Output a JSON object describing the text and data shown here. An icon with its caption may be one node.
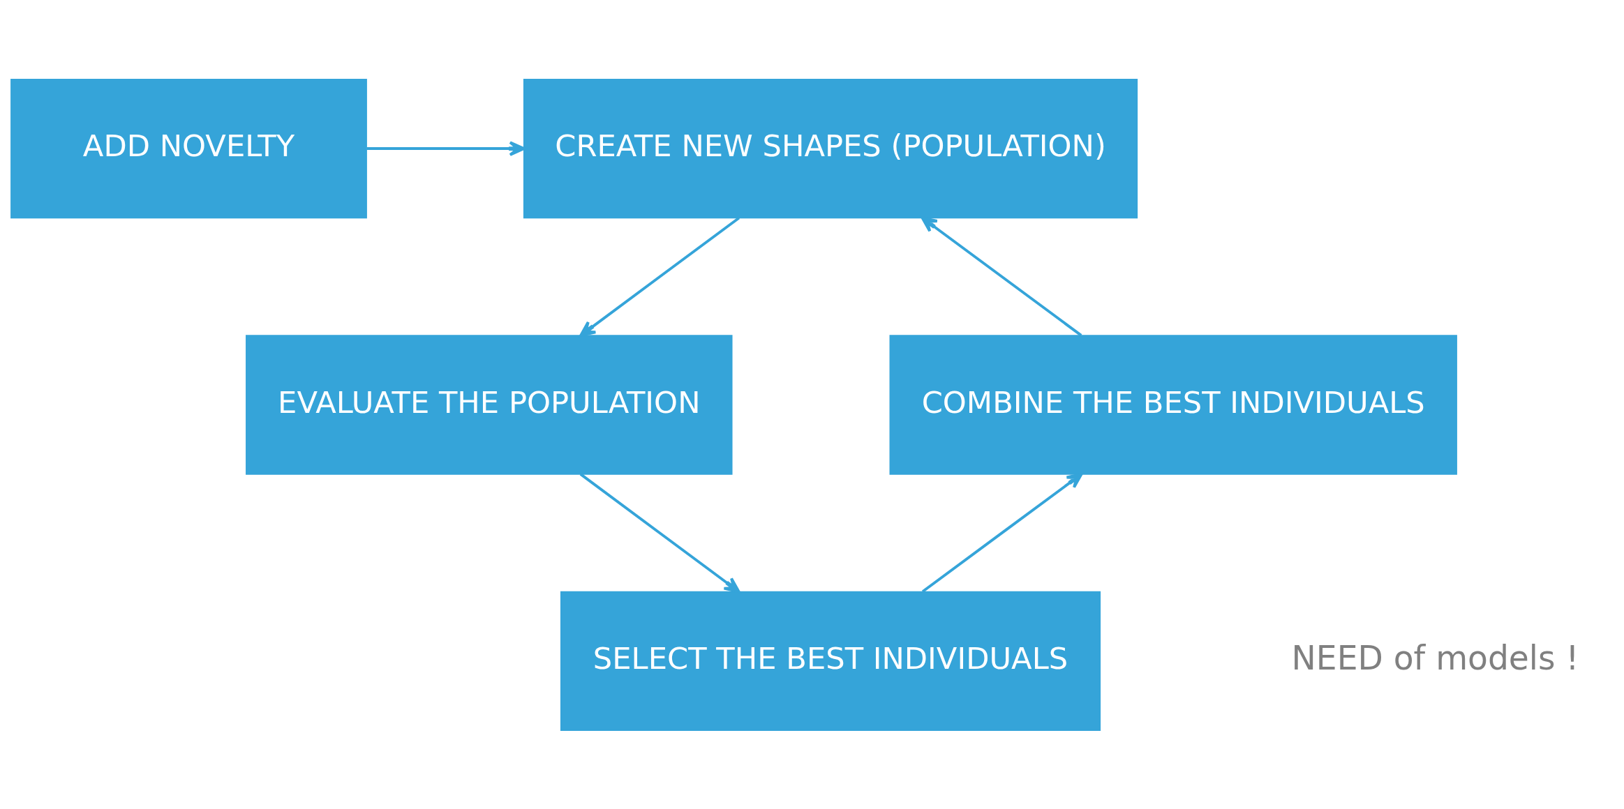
{
  "diagram": {
    "nodes": [
      {
        "text": [
          "ADD NOVELTY"
        ]
      },
      {
        "text": [
          "CREATE NEW SHAPES (POPULATION)"
        ]
      },
      {
        "text": [
          "COMBINE THE BEST INDIVIDUALS"
        ]
      },
      {
        "text": [
          "EVALUATE THE POPULATION"
        ]
      },
      {
        "text": [
          "SELECT THE BEST INDIVIDUALS"
        ]
      }
    ],
    "edges": [
      {
        "from": 0,
        "to": 1,
        "arrow": "to"
      },
      {
        "from": 1,
        "to": 3,
        "arrow": "to"
      },
      {
        "from": 3,
        "to": 4,
        "arrow": "to"
      },
      {
        "from": 4,
        "to": 2,
        "arrow": "to"
      },
      {
        "from": 2,
        "to": 1,
        "arrow": "to"
      }
    ],
    "labels": [
      "NEED of models !"
    ]
  }
}
